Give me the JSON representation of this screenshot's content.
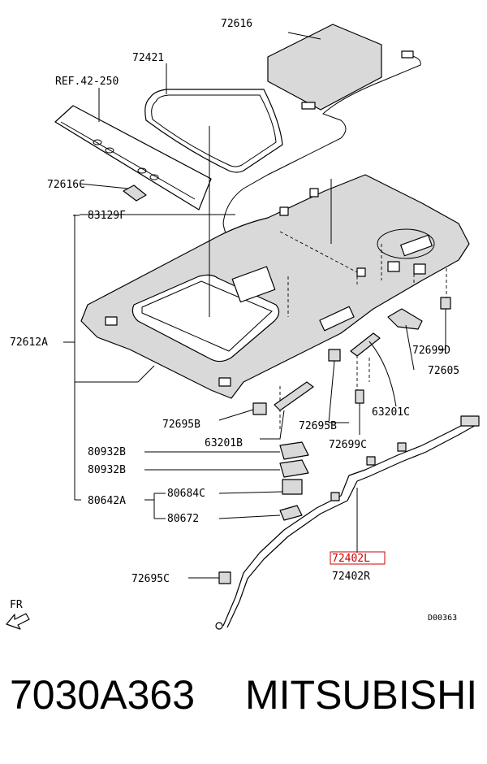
{
  "labels": {
    "p72616": "72616",
    "p72421": "72421",
    "ref42250": "REF.42-250",
    "p72616C": "72616C",
    "p83129F": "83129F",
    "p72612A": "72612A",
    "p72699D": "72699D",
    "p72605": "72605",
    "p72695B_left": "72695B",
    "p72695B_right": "72695B",
    "p63201C": "63201C",
    "p63201B": "63201B",
    "p72699C": "72699C",
    "p80932B_1": "80932B",
    "p80932B_2": "80932B",
    "p80642A": "80642A",
    "p80684C": "80684C",
    "p80672": "80672",
    "p72402L": "72402L",
    "p72402R": "72402R",
    "p72695C": "72695C",
    "fr": "FR",
    "diagram_code": "D00363"
  },
  "footer": {
    "part_number": "7030A363",
    "brand": "MITSUBISHI"
  },
  "colors": {
    "highlight": "#cc0000",
    "part_fill": "#d9d9d9",
    "line": "#000000"
  }
}
